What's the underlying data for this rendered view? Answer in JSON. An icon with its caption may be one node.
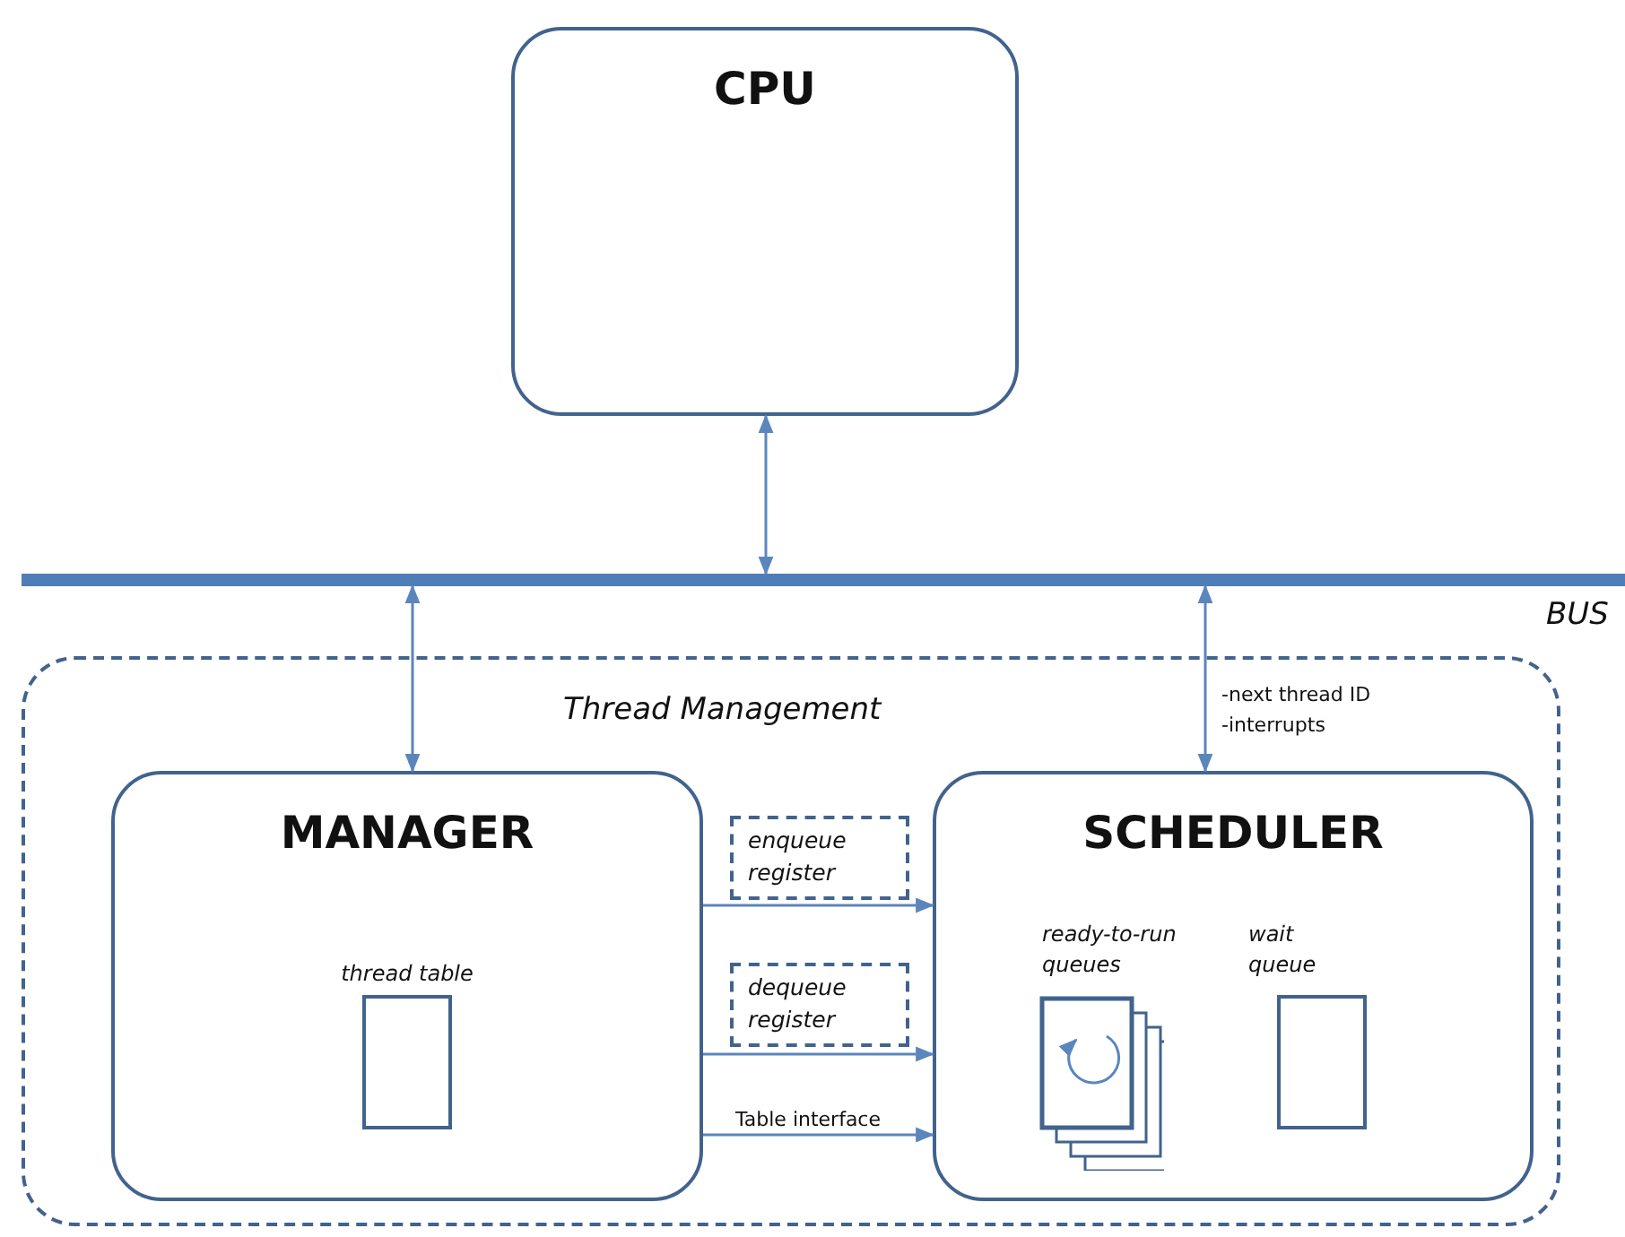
{
  "diagram": {
    "nodes": [
      {
        "text": [
          "CPU"
        ]
      },
      {
        "text": [],
        "shape": "bar",
        "beside": [
          "BUS"
        ]
      },
      {
        "text": [
          "Thread Management"
        ]
      },
      {
        "text": [
          "MANAGER"
        ],
        "in": 2
      },
      {
        "text": [
          "thread table"
        ],
        "in": 3
      },
      {
        "text": [
          "SCHEDULER"
        ],
        "in": 2
      },
      {
        "text": [
          "ready-to-run queues"
        ],
        "in": 5
      },
      {
        "text": [
          "wait queue"
        ],
        "in": 5
      },
      {
        "text": [
          "enqueue register"
        ],
        "in": 2
      },
      {
        "text": [
          "dequeue register"
        ],
        "in": 2
      }
    ],
    "edges": [
      {
        "from": 0,
        "to": 1,
        "arrow": "both"
      },
      {
        "from": 1,
        "to": 3,
        "arrow": "both"
      },
      {
        "from": 1,
        "to": 5,
        "arrow": "both",
        "label": "-next thread ID -interrupts"
      },
      {
        "from": 3,
        "to": 5,
        "arrow": "to"
      },
      {
        "from": 3,
        "to": 5,
        "arrow": "to"
      },
      {
        "from": 3,
        "to": 5,
        "arrow": "to",
        "label": "Table interface"
      },
      {
        "from": 6,
        "to": 6,
        "arrow": "to"
      }
    ]
  }
}
